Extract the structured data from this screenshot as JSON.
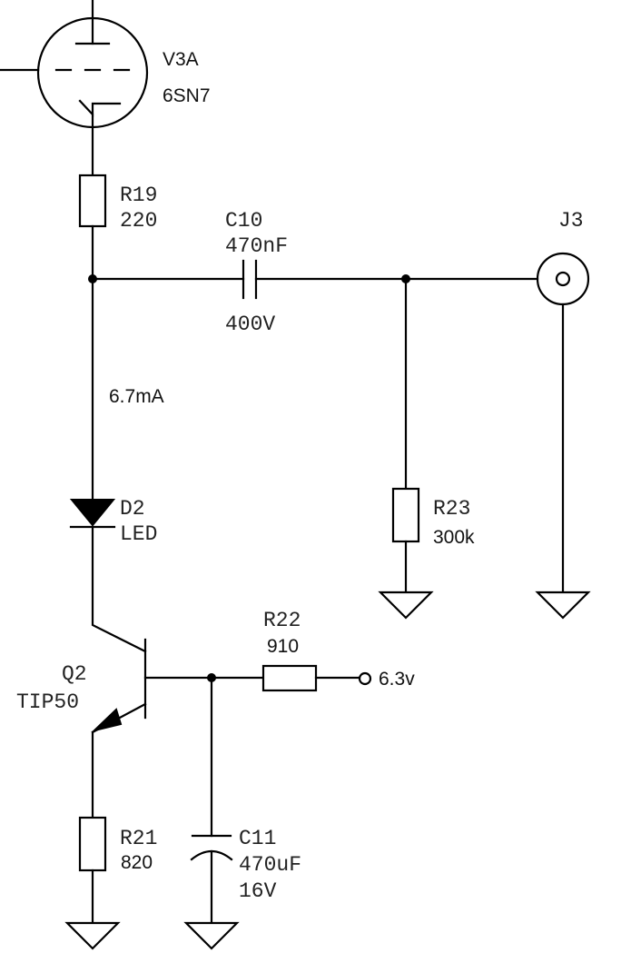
{
  "components": {
    "v3a": {
      "ref": "V3A",
      "value": "6SN7"
    },
    "r19": {
      "ref": "R19",
      "value": "220"
    },
    "c10": {
      "ref": "C10",
      "value": "470nF",
      "voltage": "400V"
    },
    "j3": {
      "ref": "J3"
    },
    "current": {
      "label": "6.7mA"
    },
    "d2": {
      "ref": "D2",
      "value": "LED"
    },
    "r23": {
      "ref": "R23",
      "value": "300k"
    },
    "r22": {
      "ref": "R22",
      "value": "910"
    },
    "supply": {
      "label": "6.3v"
    },
    "q2": {
      "ref": "Q2",
      "value": "TIP50"
    },
    "r21": {
      "ref": "R21",
      "value": "820"
    },
    "c11": {
      "ref": "C11",
      "value": "470uF",
      "voltage": "16V"
    }
  }
}
